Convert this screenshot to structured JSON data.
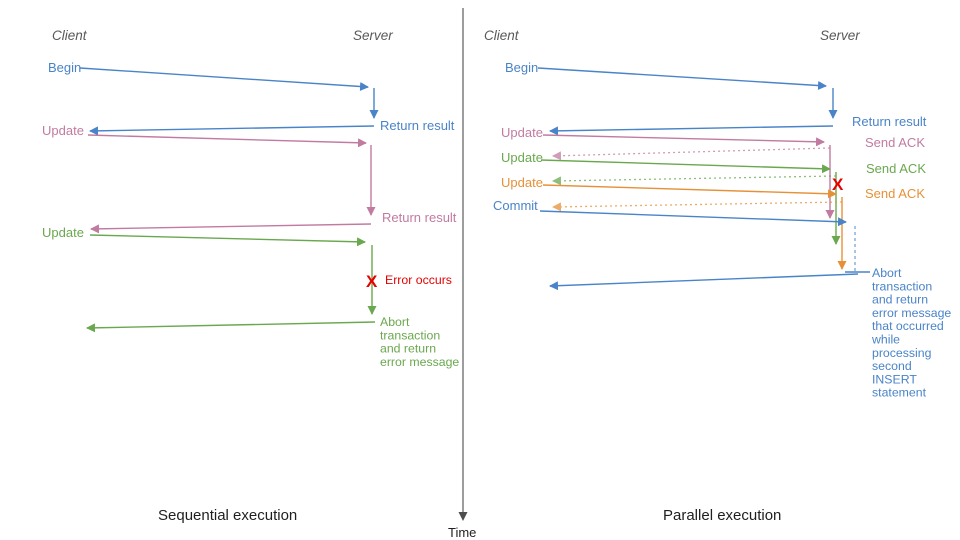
{
  "colors": {
    "blue": "#4a84c8",
    "pink": "#c27ba0",
    "green": "#6aa84f",
    "orange": "#e69138",
    "red": "#e60000",
    "header_gray": "#595959",
    "text_black": "#1f1f1f",
    "axis": "#4d4d4d"
  },
  "left": {
    "client_header": "Client",
    "server_header": "Server",
    "caption": "Sequential execution",
    "begin_label": "Begin",
    "return_result_1": "Return result",
    "update_1": "Update",
    "return_result_2": "Return result",
    "update_2": "Update",
    "error_x": "X",
    "error_label": "Error occurs",
    "abort_lines": [
      "Abort",
      "transaction",
      "and return",
      "error message"
    ]
  },
  "right": {
    "client_header": "Client",
    "server_header": "Server",
    "caption": "Parallel execution",
    "begin_label": "Begin",
    "return_result_1": "Return result",
    "update_1": "Update",
    "send_ack_1": "Send ACK",
    "update_2": "Update",
    "send_ack_2": "Send ACK",
    "update_3": "Update",
    "send_ack_3": "Send ACK",
    "commit_label": "Commit",
    "error_x": "X",
    "abort_lines": [
      "Abort",
      "transaction",
      "and return",
      "error message",
      "that occurred",
      "while",
      "processing",
      "second",
      "INSERT",
      "statement"
    ]
  },
  "time_axis": {
    "label": "Time"
  }
}
